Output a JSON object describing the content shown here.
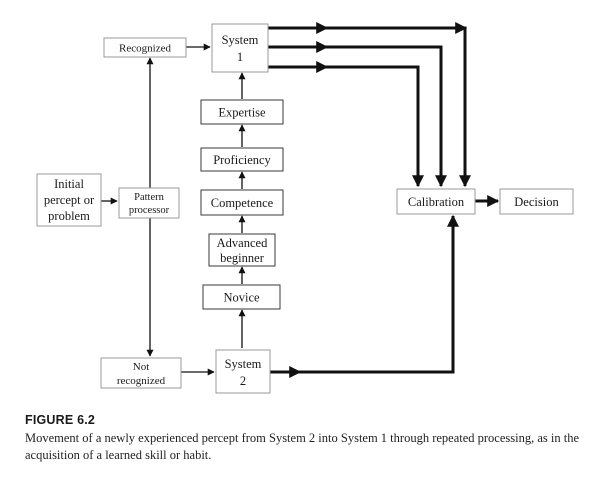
{
  "diagram": {
    "boxes": {
      "recognized": "Recognized",
      "system1_line1": "System",
      "system1_line2": "1",
      "expertise": "Expertise",
      "proficiency": "Proficiency",
      "competence": "Competence",
      "advanced_line1": "Advanced",
      "advanced_line2": "beginner",
      "novice": "Novice",
      "initial_line1": "Initial",
      "initial_line2": "percept or",
      "initial_line3": "problem",
      "pattern_line1": "Pattern",
      "pattern_line2": "processor",
      "not_recognized_line1": "Not",
      "not_recognized_line2": "recognized",
      "system2_line1": "System",
      "system2_line2": "2",
      "calibration": "Calibration",
      "decision": "Decision"
    }
  },
  "caption": {
    "label": "FIGURE 6.2",
    "text": "Movement of a newly experienced percept from System 2 into System 1 through repeated processing, as in the acquisition of a learned skill or habit."
  }
}
